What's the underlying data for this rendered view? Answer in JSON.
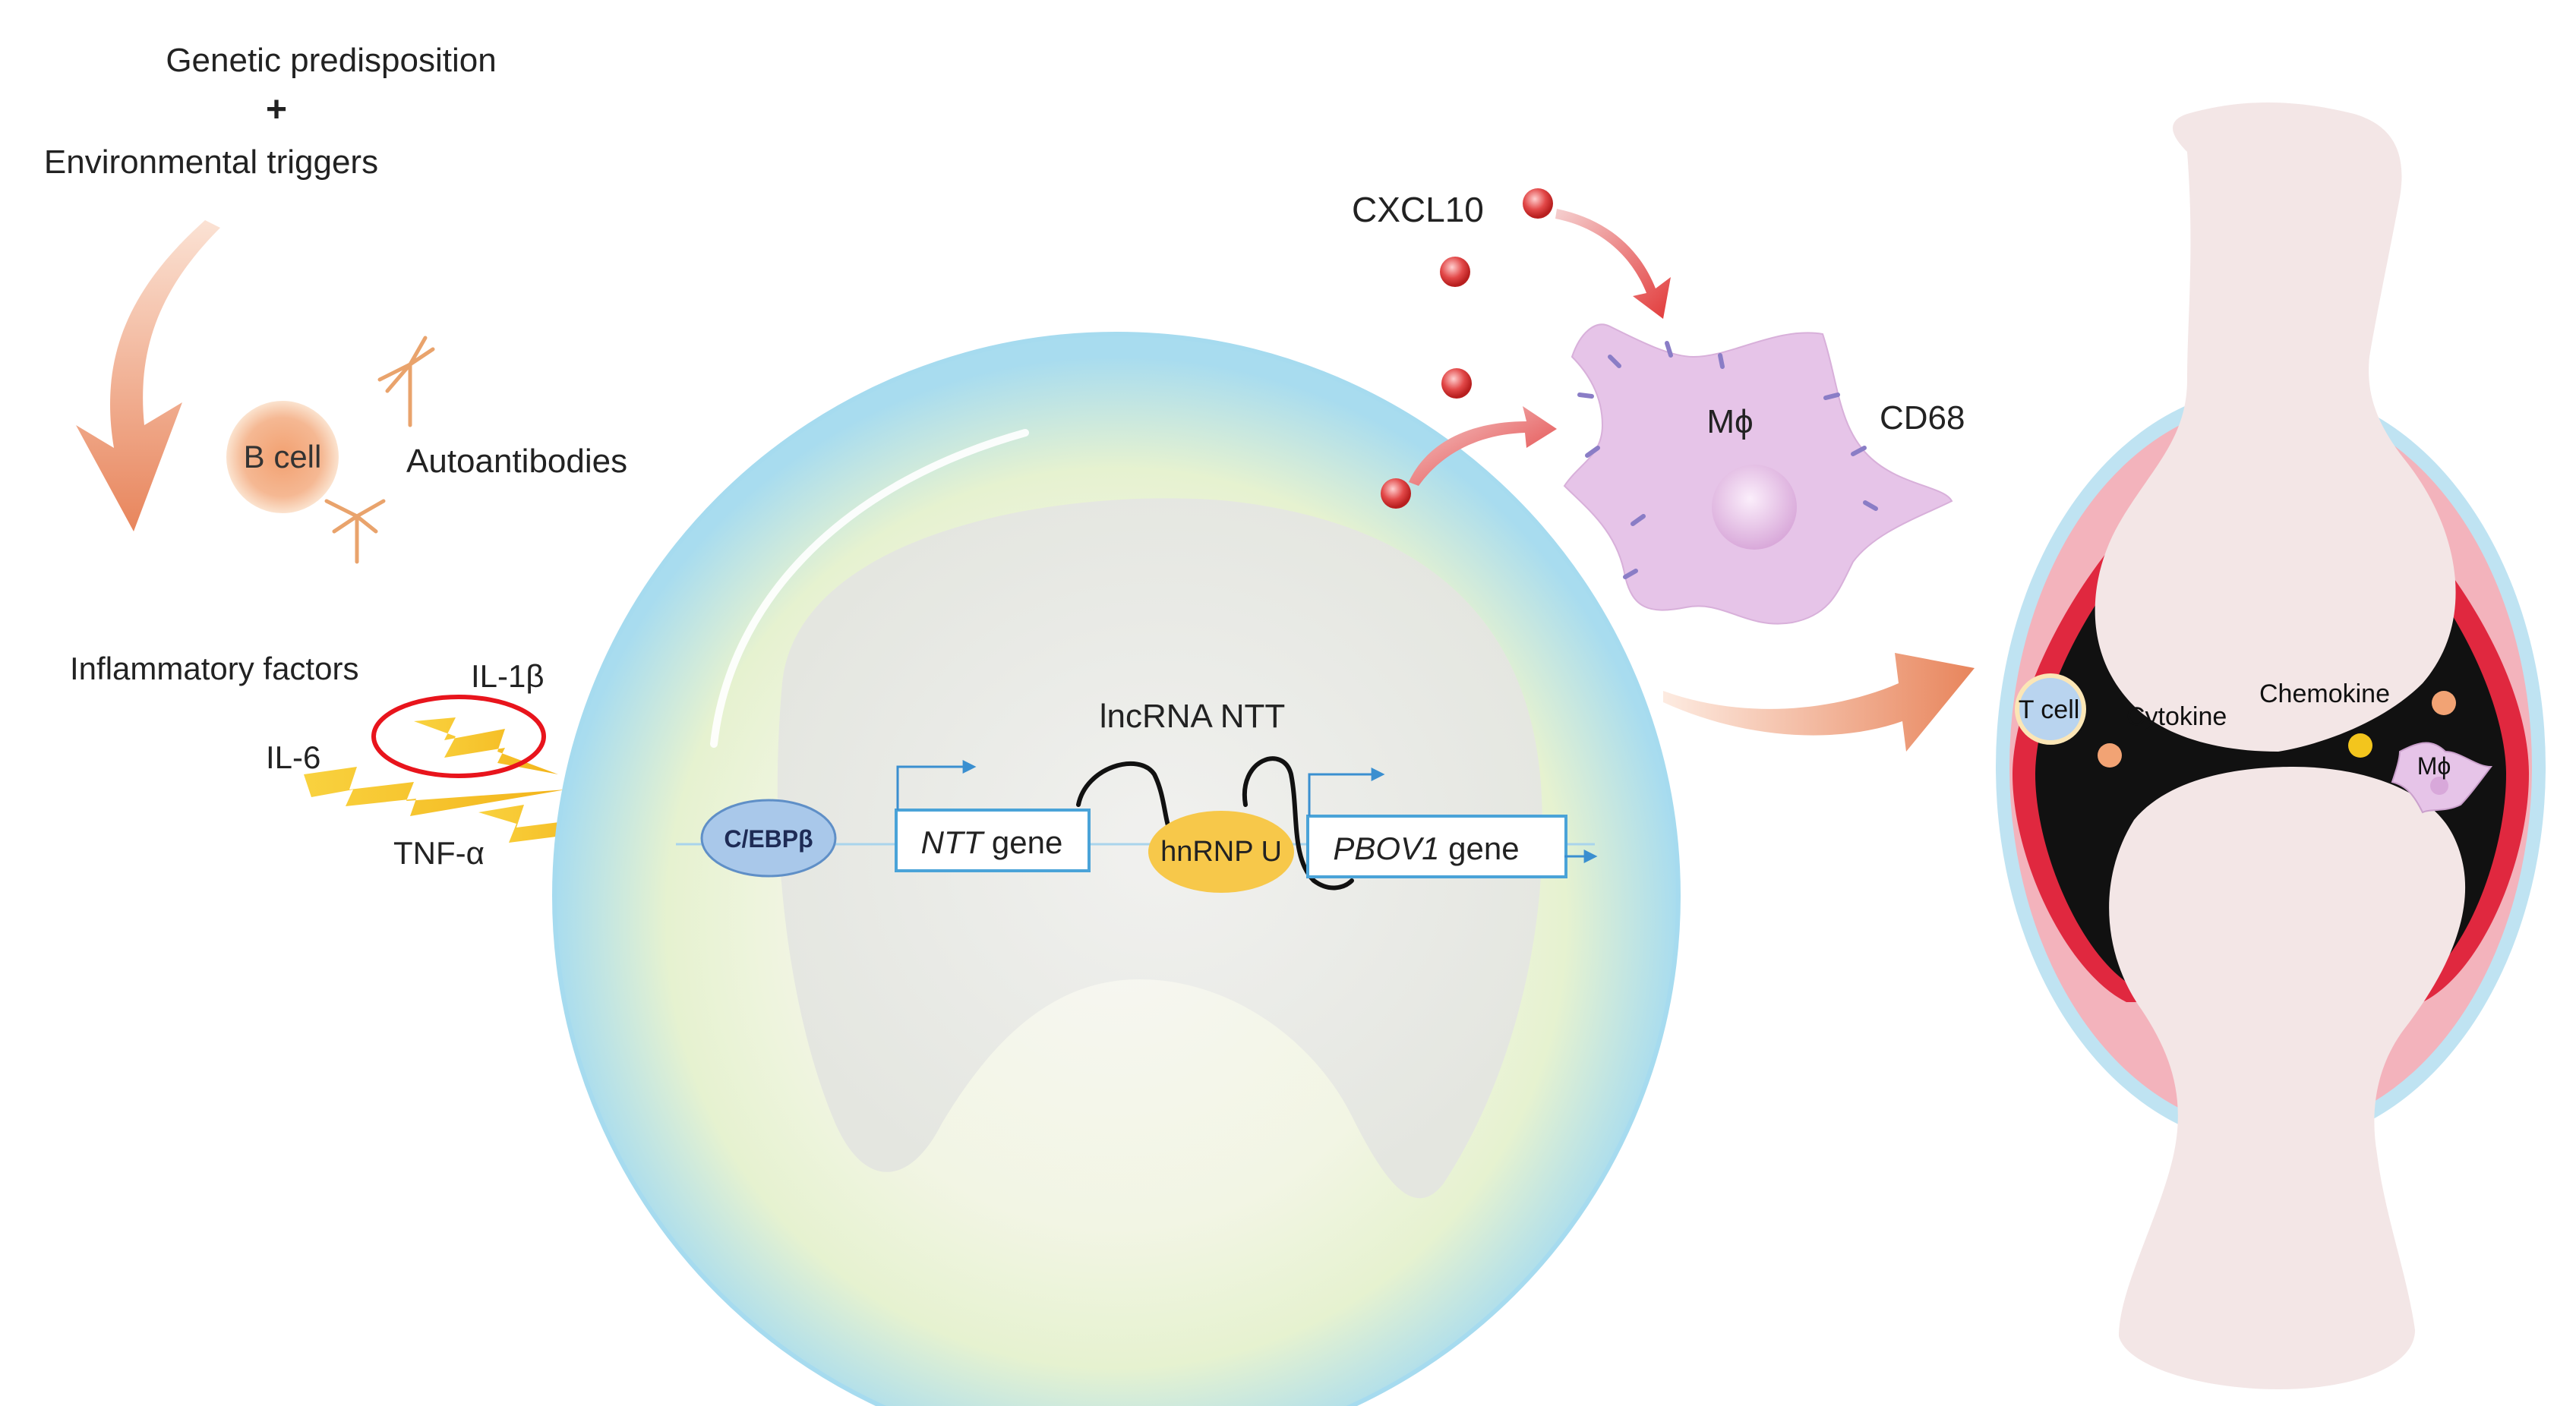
{
  "labels": {
    "genetic": "Genetic predisposition",
    "plus": "+",
    "environmental": "Environmental triggers",
    "b_cell": "B cell",
    "autoantibodies": "Autoantibodies",
    "inflammatory_factors": "Inflammatory factors",
    "il1b": "IL-1β",
    "il6": "IL-6",
    "tnfa": "TNF-α",
    "cebpb": "C/EBPβ",
    "ntt_gene_italic": "NTT",
    "ntt_gene_rest": " gene",
    "lncrna": "lncRNA NTT",
    "hnrnpu": "hnRNP U",
    "pbov1_gene_italic": "PBOV1",
    "pbov1_gene_rest": " gene",
    "cxcl10": "CXCL10",
    "macrophage": "Mϕ",
    "cd68": "CD68",
    "t_cell": "T cell",
    "cytokine": "Cytokine",
    "chemokine": "Chemokine",
    "joint_macrophage": "Mϕ"
  },
  "colors": {
    "arrow_orange": "#e8855c",
    "lightning_yellow": "#f6c21c",
    "highlight_red": "#e8141c",
    "cell_blue": "#a9dcf0",
    "cebp_blue": "#a9c8ea",
    "hnrnp_yellow": "#f7c84a",
    "macrophage_lilac": "#e6c4e8",
    "cxcl10_red": "#e03a3a",
    "bone": "#f3e6e6",
    "synovium_pink": "#f2a9b4",
    "cartilage_red": "#e0283f",
    "joint_space": "#111111"
  }
}
